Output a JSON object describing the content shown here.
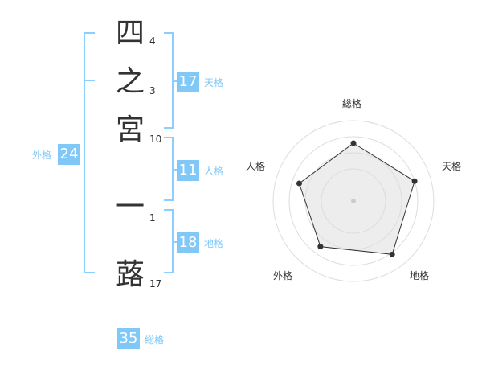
{
  "characters": [
    {
      "char": "四",
      "strokes": "4"
    },
    {
      "char": "之",
      "strokes": "3"
    },
    {
      "char": "宮",
      "strokes": "10"
    },
    {
      "char": "一",
      "strokes": "1"
    },
    {
      "char": "蕗",
      "strokes": "17"
    }
  ],
  "scores": {
    "tenkaku": {
      "value": "17",
      "label": "天格"
    },
    "jinkaku": {
      "value": "11",
      "label": "人格"
    },
    "chikaku": {
      "value": "18",
      "label": "地格"
    },
    "gaikaku": {
      "value": "24",
      "label": "外格"
    },
    "soukaku": {
      "value": "35",
      "label": "総格"
    }
  },
  "radar": {
    "axes": [
      "総格",
      "天格",
      "地格",
      "外格",
      "人格"
    ],
    "levels": [
      0.72,
      0.8,
      0.82,
      0.7,
      0.71
    ]
  },
  "colors": {
    "accent": "#7fc8f8",
    "bracket": "#8ccfff",
    "text": "#333333"
  }
}
